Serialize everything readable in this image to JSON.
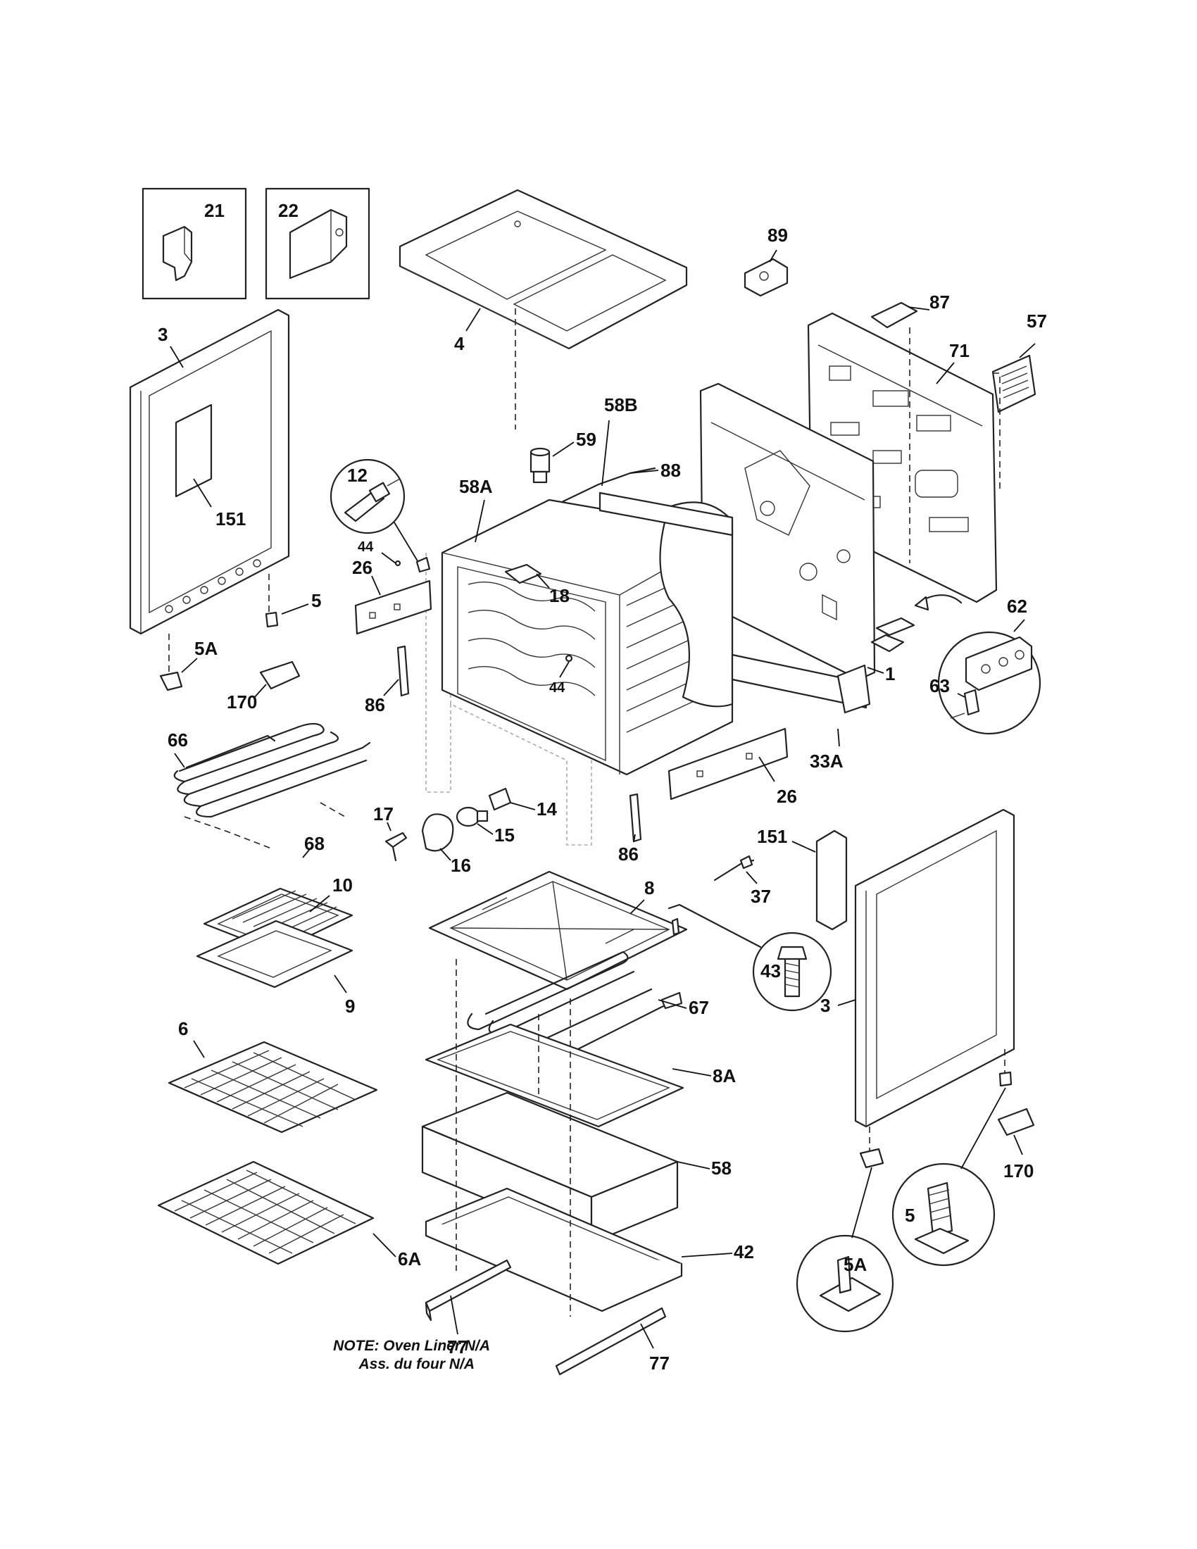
{
  "callouts": {
    "c21": "21",
    "c22": "22",
    "c4": "4",
    "c87": "87",
    "c57": "57",
    "c89": "89",
    "c71": "71",
    "c3_left": "3",
    "c151_left": "151",
    "c59": "59",
    "c58B": "58B",
    "c88": "88",
    "c12": "12",
    "c58A": "58A",
    "c44_top": "44",
    "c26_left": "26",
    "c18": "18",
    "c5_left": "5",
    "c5A_left": "5A",
    "c170_left": "170",
    "c86_left": "86",
    "c44_mid": "44",
    "c62": "62",
    "c63": "63",
    "c1": "1",
    "c66": "66",
    "c33A": "33A",
    "c26_right": "26",
    "c14": "14",
    "c15": "15",
    "c17": "17",
    "c16": "16",
    "c68": "68",
    "c86_right": "86",
    "c151_right": "151",
    "c37": "37",
    "c10": "10",
    "c8": "8",
    "c43": "43",
    "c9": "9",
    "c6": "6",
    "c67": "67",
    "c3_right": "3",
    "c8A": "8A",
    "c58": "58",
    "c42": "42",
    "c170_right": "170",
    "c5_right": "5",
    "c5A_right": "5A",
    "c6A": "6A",
    "c77_left": "77",
    "c77_right": "77"
  },
  "note": {
    "line1": "NOTE: Oven Liner N/A",
    "line2": "Ass. du four N/A"
  }
}
